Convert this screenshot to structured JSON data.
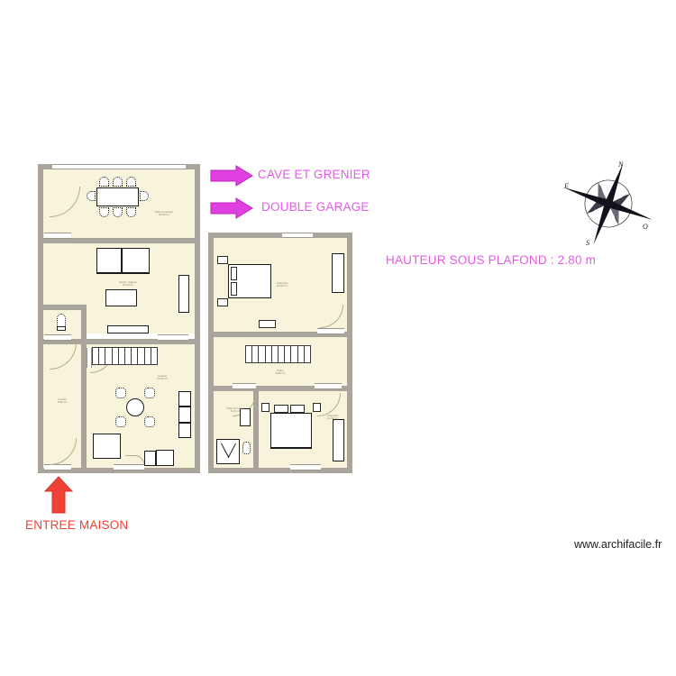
{
  "annotations": {
    "legend": [
      {
        "id": "cave-grenier",
        "label": "CAVE ET GRENIER",
        "color": "#e45ce4",
        "icon": "arrow-right-icon"
      },
      {
        "id": "double-garage",
        "label": "DOUBLE GARAGE",
        "color": "#e45ce4",
        "icon": "arrow-right-icon"
      }
    ],
    "ceiling_height": "HAUTEUR SOUS PLAFOND : 2.80 m",
    "entrance": {
      "label": "ENTREE MAISON",
      "color": "#ef4136",
      "icon": "arrow-up-icon"
    },
    "watermark": "www.archifacile.fr"
  },
  "compass": {
    "name": "compass-rose",
    "north": "N",
    "east": "E",
    "south": "S",
    "west": "O"
  },
  "colors": {
    "wall": "#a9a59c",
    "floor": "#f7f4db",
    "magenta": "#e45ce4",
    "red": "#ef4136",
    "furniture_stroke": "#1a1a1a"
  },
  "plans": {
    "left": {
      "name": "rez-de-chaussee",
      "rooms": [
        {
          "id": "salle-a-manger",
          "label": "Salle à manger\\n20.00 m²"
        },
        {
          "id": "salon-sejour",
          "label": "Salon / Séjour\\n30.00 m²"
        },
        {
          "id": "wc",
          "label": "WC"
        },
        {
          "id": "entree-couloir",
          "label": "Couloir\\n5.00 m²"
        },
        {
          "id": "cuisine",
          "label": "Cuisine\\n16.00 m²"
        }
      ]
    },
    "right": {
      "name": "etage",
      "rooms": [
        {
          "id": "chambre-1",
          "label": "Chambre\\n18.00 m²"
        },
        {
          "id": "palier",
          "label": "Palier\\n8.00 m²"
        },
        {
          "id": "salle-de-bain",
          "label": "Salle de bains\\n6.00 m²"
        },
        {
          "id": "chambre-2",
          "label": "Chambre\\n14.00 m²"
        }
      ]
    }
  }
}
